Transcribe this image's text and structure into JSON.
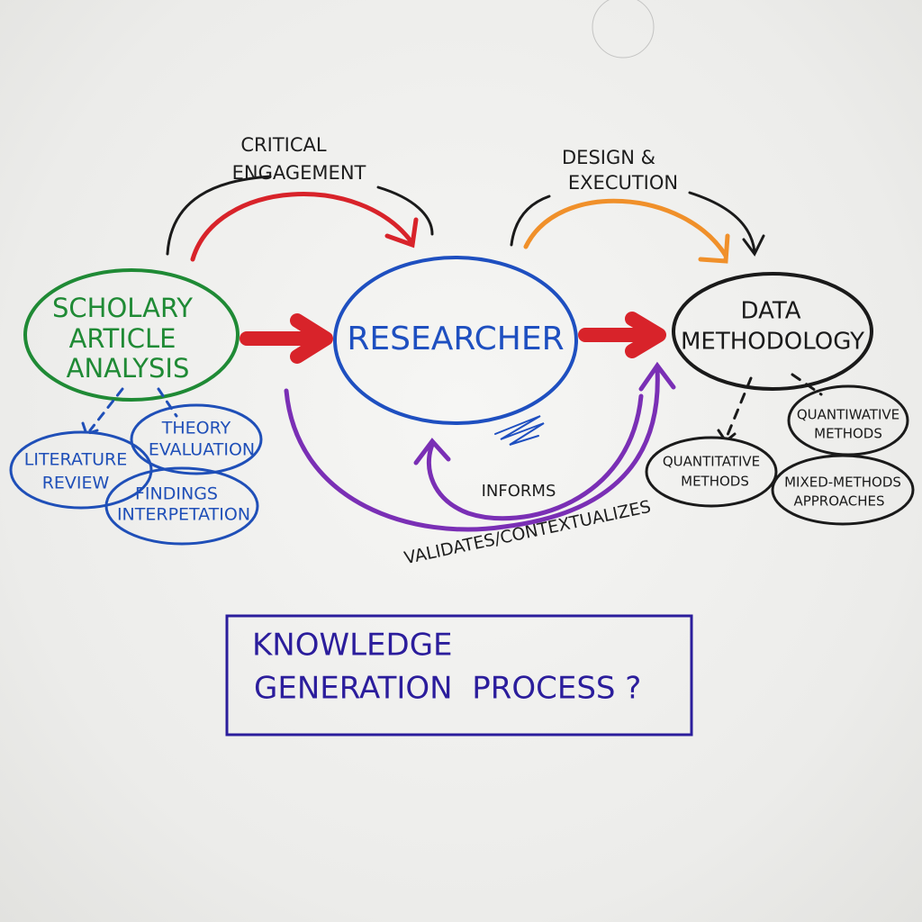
{
  "nodes": {
    "scholarly": [
      "SCHOLARY",
      "ARTICLE",
      "ANALYSIS"
    ],
    "researcher": "RESEARCHER",
    "data_methodology": [
      "DATA",
      "METHODOLOGY"
    ],
    "literature_review": [
      "LITERATURE",
      "REVIEW"
    ],
    "theory_evaluation": [
      "THEORY",
      "EVALUATION"
    ],
    "findings_interpretation": [
      "FINDINGS",
      "INTERPETATION"
    ],
    "quantitative_methods": [
      "QUANTITATIVE",
      "METHODS"
    ],
    "quantiwative_methods": [
      "QUANTIWATIVE",
      "METHODS"
    ],
    "mixed_methods": [
      "MIXED-METHODS",
      "APPROACHES"
    ]
  },
  "edges": {
    "critical_engagement": [
      "CRITICAL",
      "ENGAGEMENT"
    ],
    "design_execution": [
      "DESIGN &",
      "EXECUTION"
    ],
    "informs": "INFORMS",
    "validates": "VALIDATES/CONTEXTUALIZES"
  },
  "title": [
    "KNOWLEDGE",
    "GENERATION  PROCESS ?"
  ],
  "colors": {
    "green": "#1f8a35",
    "blue": "#1f4fb8",
    "red": "#d8232a",
    "orange": "#f0902a",
    "purple": "#7a2fb5",
    "navy": "#2b1d9c"
  }
}
